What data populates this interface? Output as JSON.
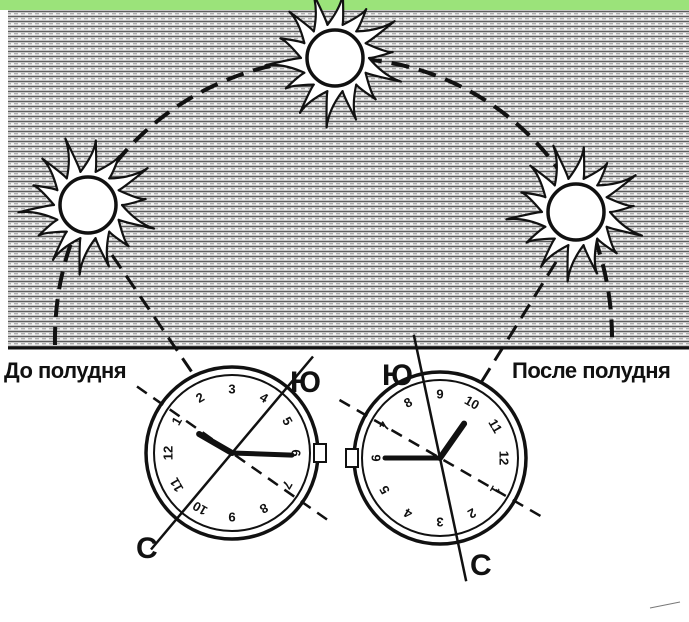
{
  "accent_color": "#9be37a",
  "sky_color": "#6e6e6e",
  "ink_color": "#111111",
  "labels": {
    "before_noon": "До полудня",
    "after_noon": "После полудня"
  },
  "left_watch": {
    "south_marker": "Ю",
    "north_marker": "С",
    "numbers": [
      "1",
      "2",
      "3",
      "4",
      "5",
      "6",
      "7",
      "8",
      "9",
      "10",
      "11",
      "12"
    ]
  },
  "right_watch": {
    "south_marker": "Ю",
    "north_marker": "С",
    "numbers": [
      "1",
      "2",
      "3",
      "4",
      "5",
      "6",
      "7",
      "8",
      "9",
      "10",
      "11",
      "12"
    ]
  },
  "icons": {
    "sun_left": "sun-icon",
    "sun_top": "sun-icon",
    "sun_right": "sun-icon",
    "watch_left": "wristwatch-icon",
    "watch_right": "wristwatch-icon"
  }
}
